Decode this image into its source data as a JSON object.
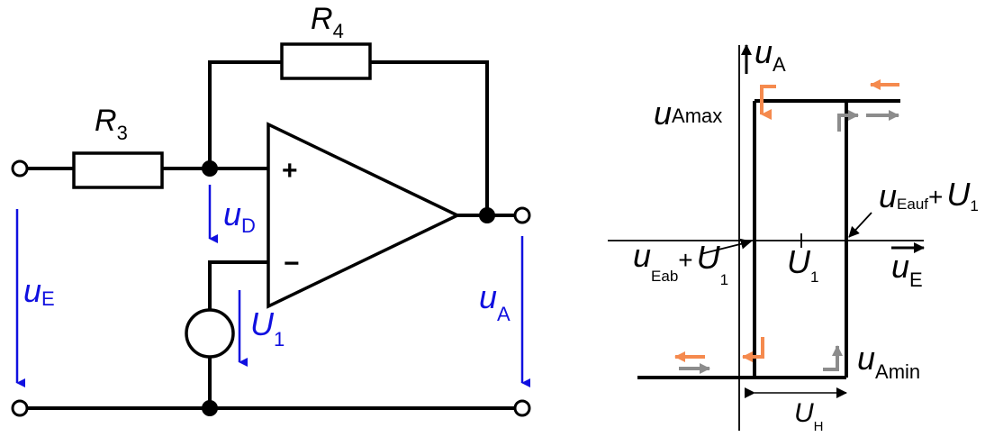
{
  "colors": {
    "wire": "#000000",
    "voltage_arrow": "#1010e0",
    "arrow_orange": "#f58a4e",
    "arrow_gray": "#8c8c8c"
  },
  "circuit": {
    "r3": {
      "sym": "R",
      "sub": "3"
    },
    "r4": {
      "sym": "R",
      "sub": "4"
    },
    "plus_input": "+",
    "minus_input": "−",
    "u_e": {
      "sym": "u",
      "sub": "E"
    },
    "u_d": {
      "sym": "u",
      "sub": "D"
    },
    "u_1": {
      "sym": "U",
      "sub": "1"
    },
    "u_a": {
      "sym": "u",
      "sub": "A"
    }
  },
  "characteristic": {
    "y_axis": {
      "sym": "u",
      "sub": "A"
    },
    "x_axis": {
      "sym": "u",
      "sub": "E"
    },
    "u_amax": {
      "sym": "u",
      "sub": "Amax"
    },
    "u_amin": {
      "sym": "u",
      "sub": "Amin"
    },
    "u_eauf_plus_u1": {
      "sym": "u",
      "sub": "Eauf",
      "plus": "+",
      "sym2": "U",
      "sub2": "1"
    },
    "u_eab_plus_u1": {
      "sym": "u",
      "sub": "Eab",
      "plus": "+",
      "sym2": "U",
      "sub2": "1"
    },
    "u1_tick": {
      "sym": "U",
      "sub": "1"
    },
    "hysteresis_width": {
      "sym": "U",
      "sub": "H"
    }
  }
}
